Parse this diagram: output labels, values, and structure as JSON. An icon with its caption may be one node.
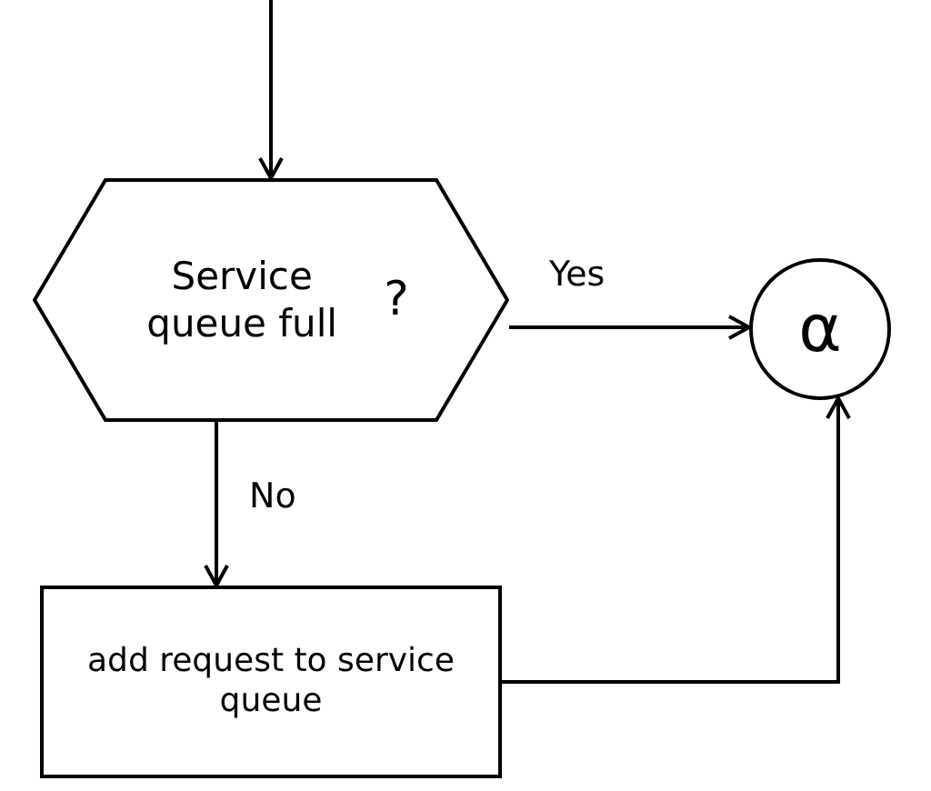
{
  "diagram": {
    "nodes": [
      {
        "text": [
          "Service queue full",
          "?"
        ]
      },
      {
        "text": [
          "α"
        ]
      },
      {
        "text": [
          "add request to service queue"
        ]
      }
    ],
    "edges": [
      {
        "from": null,
        "to": 0,
        "arrow": "to"
      },
      {
        "from": 0,
        "to": 1,
        "arrow": "to",
        "label": "Yes"
      },
      {
        "from": 0,
        "to": 2,
        "arrow": "to",
        "label": "No"
      },
      {
        "from": 2,
        "to": 1,
        "arrow": "to"
      }
    ]
  }
}
